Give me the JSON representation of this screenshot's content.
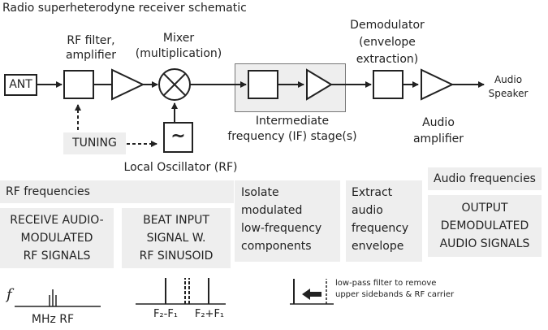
{
  "title": "Radio superheterodyne receiver schematic",
  "blocks": {
    "antenna": "ANT",
    "rf_filter": [
      "RF filter,",
      "amplifier"
    ],
    "mixer": [
      "Mixer",
      "(multiplication)"
    ],
    "tuning": "TUNING",
    "oscillator_symbol": "~",
    "local_oscillator": "Local Oscillator (RF)",
    "if_stage": [
      "Intermediate",
      "frequency (IF) stage(s)"
    ],
    "demodulator": [
      "Demodulator",
      "(envelope",
      "extraction)"
    ],
    "audio_amplifier": [
      "Audio",
      "amplifier"
    ],
    "audio_speaker": [
      "Audio",
      "Speaker"
    ]
  },
  "bands": {
    "rf": "RF frequencies",
    "audio": "Audio frequencies"
  },
  "stages": {
    "receive": [
      "RECEIVE AUDIO-",
      "MODULATED",
      "RF SIGNALS"
    ],
    "beat": [
      "BEAT INPUT",
      "SIGNAL W.",
      "RF SINUSOID"
    ],
    "isolate": [
      "Isolate",
      "modulated",
      "low-frequency",
      "components"
    ],
    "extract": [
      "Extract",
      "audio",
      "frequency",
      "envelope"
    ],
    "output": [
      "OUTPUT",
      "DEMODULATED",
      "AUDIO SIGNALS"
    ]
  },
  "spectra": {
    "f_symbol": "f",
    "mhz_label": "MHz RF",
    "diff_label": "F₂-F₁",
    "sum_label": "F₂+F₁",
    "lowpass_note": [
      "low-pass filter to remove",
      "upper sidebands & RF carrier"
    ]
  }
}
